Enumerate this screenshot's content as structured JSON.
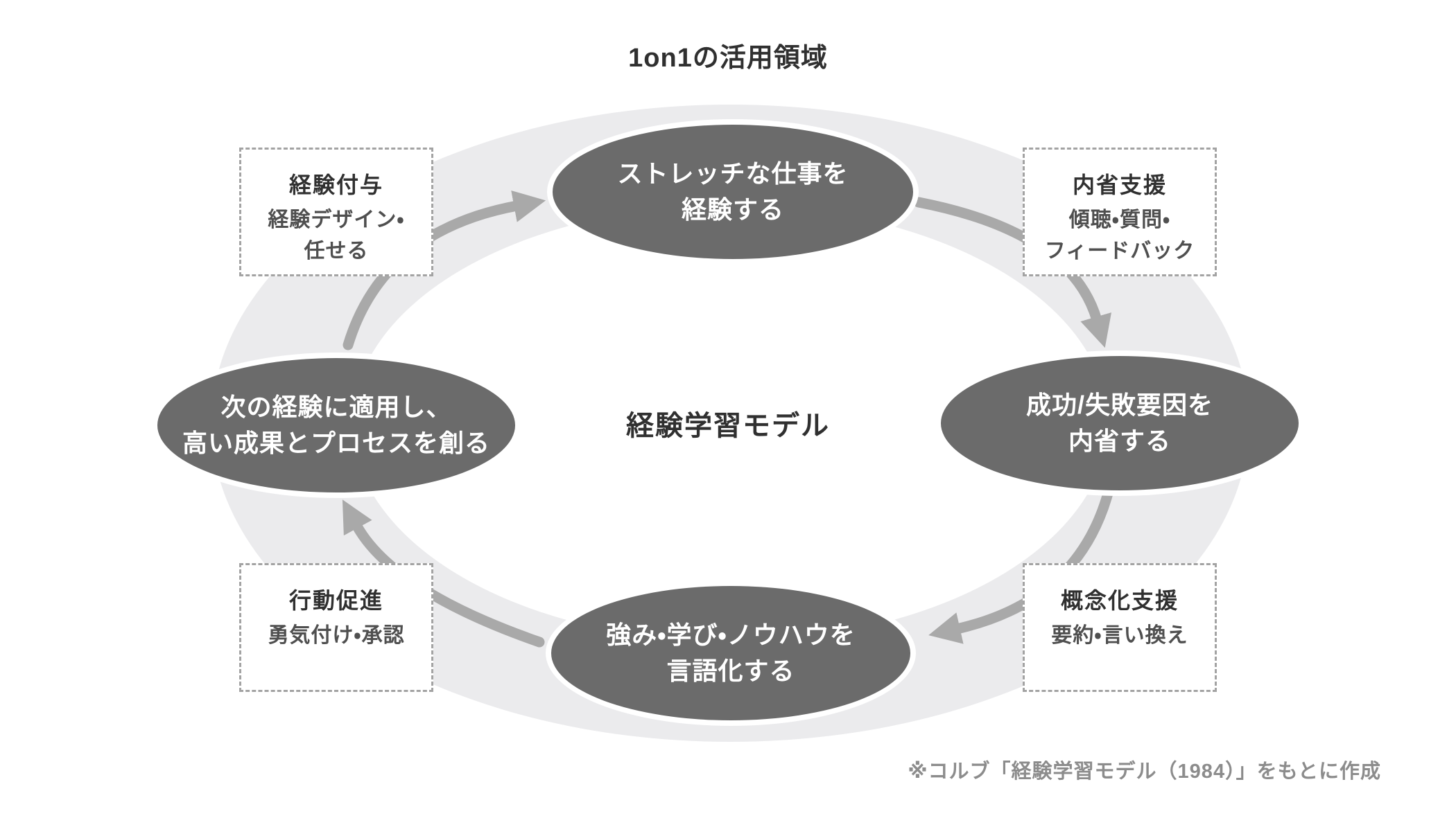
{
  "title": "1on1の活用領域",
  "center_label": "経験学習モデル",
  "footnote": "※コルブ「経験学習モデル（1984）」をもとに作成",
  "cycle_nodes": {
    "top": {
      "lines": [
        "ストレッチな仕事を",
        "経験する"
      ]
    },
    "right": {
      "lines": [
        "成功/失敗要因を",
        "内省する"
      ]
    },
    "bottom": {
      "lines": [
        "強み・学び・ノウハウを",
        "言語化する"
      ]
    },
    "left": {
      "lines": [
        "次の経験に適用し、",
        "高い成果とプロセスを創る"
      ]
    }
  },
  "support_boxes": {
    "top_left": {
      "title": "経験付与",
      "desc_lines": [
        "経験デザイン・",
        "任せる"
      ]
    },
    "top_right": {
      "title": "内省支援",
      "desc_lines": [
        "傾聴・質問・",
        "フィードバック"
      ]
    },
    "bottom_right": {
      "title": "概念化支援",
      "desc_lines": [
        "要約・言い換え"
      ]
    },
    "bottom_left": {
      "title": "行動促進",
      "desc_lines": [
        "勇気付け・承認"
      ]
    }
  },
  "colors": {
    "ring": "#ebebed",
    "node_fill": "#6b6b6b",
    "node_text": "#ffffff",
    "arrow": "#a9a9a9",
    "box_border": "#a3a3a3",
    "text_dark": "#303030",
    "text_mid": "#4f4f4f",
    "text_light": "#8c8c8c"
  }
}
